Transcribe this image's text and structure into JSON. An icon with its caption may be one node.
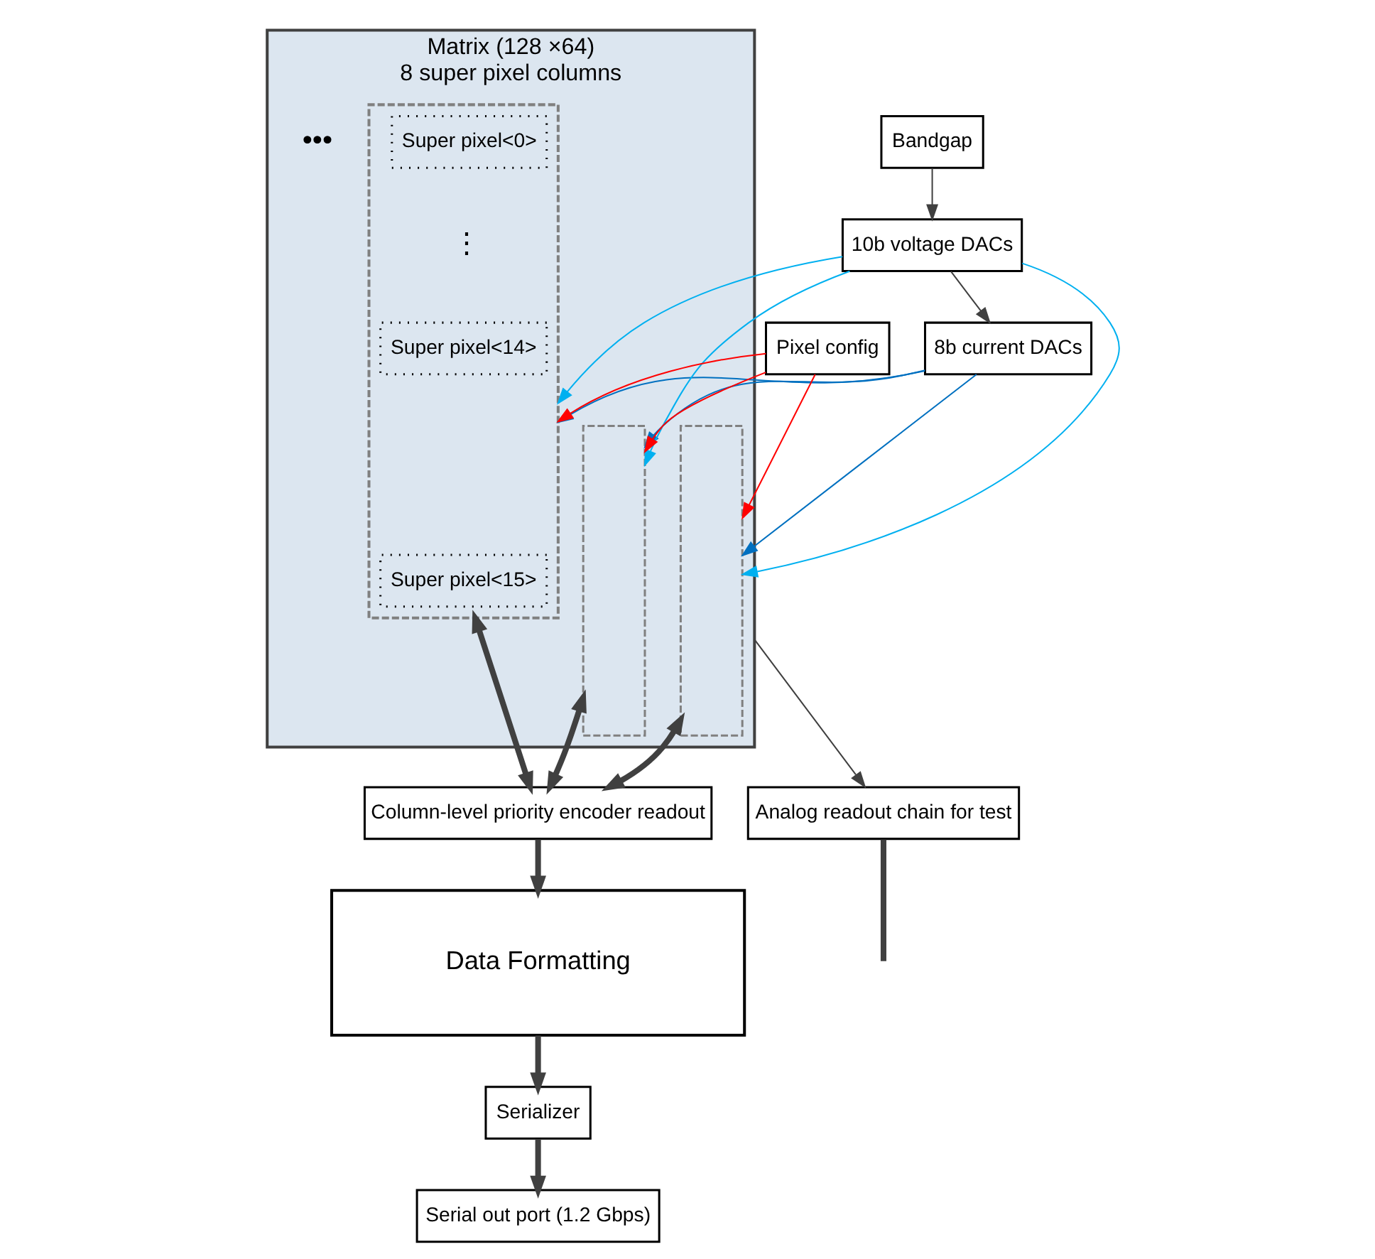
{
  "diagram": {
    "nodes": [
      {
        "text": [
          "Matrix (128 ×64)",
          "8 super pixel columns"
        ]
      },
      {
        "text": [],
        "shape": "box",
        "in": 0
      },
      {
        "text": [
          "Super pixel<0>"
        ],
        "in": 1
      },
      {
        "text": [
          "Super pixel<14>"
        ],
        "in": 1
      },
      {
        "text": [
          "Super pixel<15>"
        ],
        "in": 1
      },
      {
        "text": [],
        "shape": "box",
        "in": 0
      },
      {
        "text": [],
        "shape": "box",
        "in": 0
      },
      {
        "text": [
          "8b current DACs"
        ]
      },
      {
        "text": [
          "10b voltage DACs"
        ]
      },
      {
        "text": [
          "Bandgap"
        ]
      },
      {
        "text": [
          "Pixel config"
        ]
      },
      {
        "text": [
          "Column-level priority encoder readout"
        ]
      },
      {
        "text": [
          "Analog readout chain for test"
        ]
      },
      {
        "text": [
          "Data Formatting"
        ]
      },
      {
        "text": [
          "Serializer"
        ]
      },
      {
        "text": [
          "Serial out port (1.2 Gbps)"
        ]
      }
    ],
    "edges": [
      {
        "from": 9,
        "to": 8,
        "arrow": "to"
      },
      {
        "from": 8,
        "to": 7,
        "arrow": "to"
      },
      {
        "from": 7,
        "to": 1,
        "arrow": "to",
        "color": "#0070c0"
      },
      {
        "from": 7,
        "to": 5,
        "arrow": "to",
        "color": "#0070c0"
      },
      {
        "from": 7,
        "to": 6,
        "arrow": "to",
        "color": "#0070c0"
      },
      {
        "from": 8,
        "to": 1,
        "arrow": "to",
        "color": "#00b0f0"
      },
      {
        "from": 8,
        "to": 5,
        "arrow": "to",
        "color": "#00b0f0"
      },
      {
        "from": 8,
        "to": 6,
        "arrow": "to",
        "color": "#00b0f0"
      },
      {
        "from": 10,
        "to": 1,
        "arrow": "to",
        "color": "#ff0000"
      },
      {
        "from": 10,
        "to": 5,
        "arrow": "to",
        "color": "#ff0000"
      },
      {
        "from": 10,
        "to": 6,
        "arrow": "to",
        "color": "#ff0000"
      },
      {
        "from": 1,
        "to": 11,
        "arrow": "both",
        "style": "thick"
      },
      {
        "from": 5,
        "to": 11,
        "arrow": "both",
        "style": "thick"
      },
      {
        "from": 6,
        "to": 11,
        "arrow": "both",
        "style": "thick"
      },
      {
        "from": 0,
        "to": 12,
        "arrow": "to"
      },
      {
        "from": 11,
        "to": 13,
        "arrow": "to",
        "style": "thick"
      },
      {
        "from": 13,
        "to": 14,
        "arrow": "to",
        "style": "thick"
      },
      {
        "from": 14,
        "to": 15,
        "arrow": "to",
        "style": "thick"
      },
      {
        "from": 12,
        "to": null,
        "arrow": "none",
        "style": "thick"
      }
    ],
    "labels": [
      "⋮",
      "•••"
    ]
  }
}
